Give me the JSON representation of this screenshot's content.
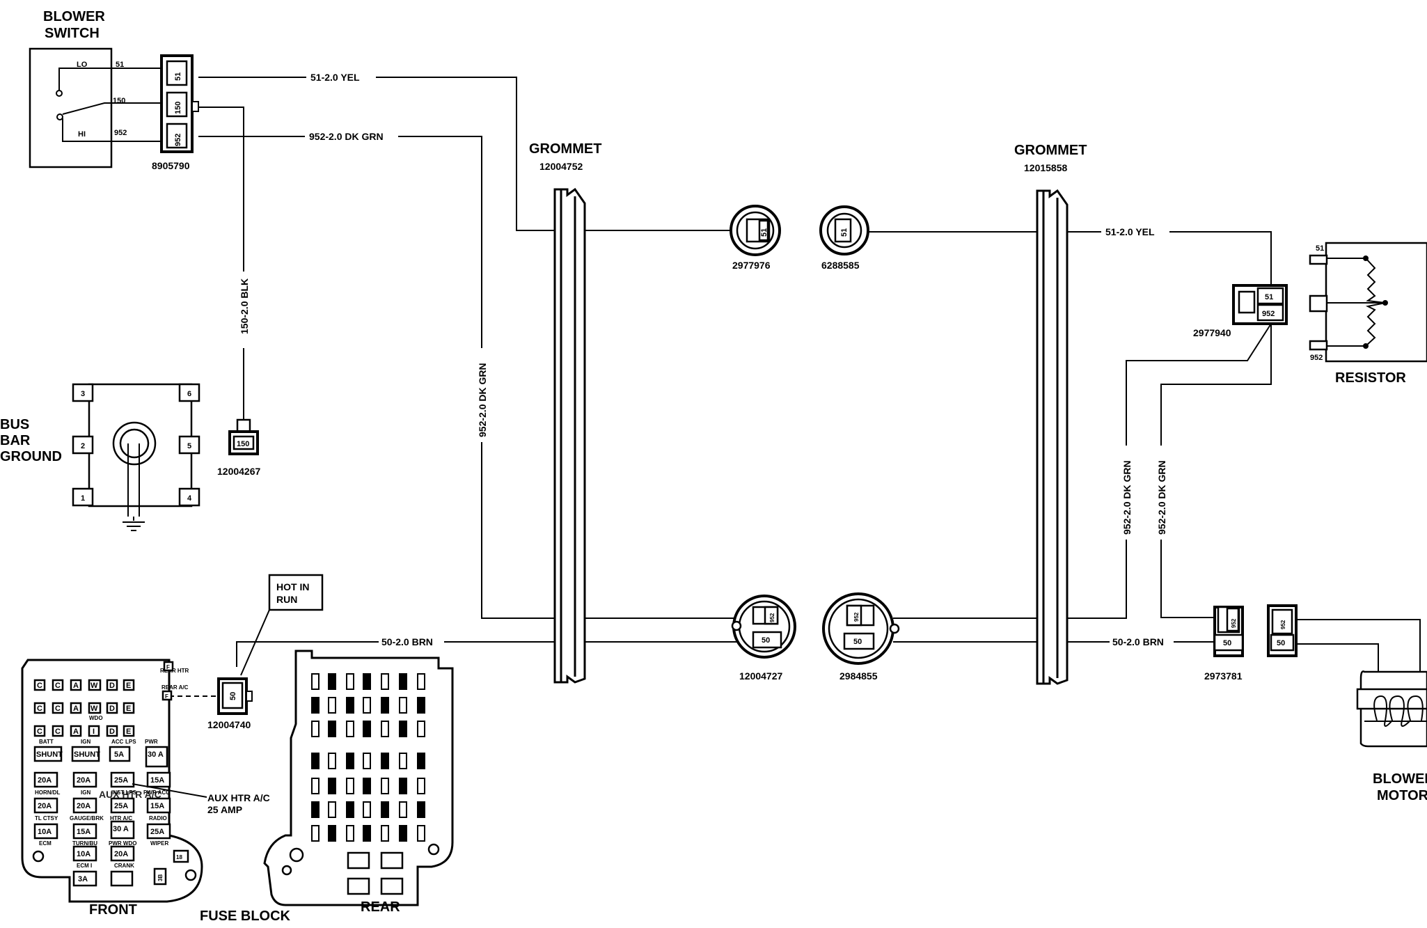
{
  "components": {
    "blower_switch": {
      "title_line1": "BLOWER",
      "title_line2": "SWITCH",
      "pos_lo": "LO",
      "pos_hi": "HI",
      "term_51": "51",
      "term_150": "150",
      "term_952": "952",
      "connector_part": "8905790",
      "cavity_51": "51",
      "cavity_150": "150",
      "cavity_952": "952"
    },
    "bus_bar_ground": {
      "line1": "BUS",
      "line2": "BAR",
      "line3": "GROUND",
      "terminals": [
        "3",
        "2",
        "1",
        "6",
        "5",
        "4"
      ]
    },
    "ground_connector": {
      "cavity": "150",
      "part": "12004267"
    },
    "grommet_left": {
      "title": "GROMMET",
      "part": "12004752"
    },
    "grommet_right": {
      "title": "GROMMET",
      "part": "12015858"
    },
    "conn_2977976": {
      "cavity": "51",
      "part": "2977976"
    },
    "conn_6288585": {
      "cavity": "51",
      "part": "6288585"
    },
    "conn_12004727": {
      "cavity_952": "952",
      "cavity_50": "50",
      "part": "12004727"
    },
    "conn_2984855": {
      "cavity_952": "952",
      "cavity_50": "50",
      "part": "2984855"
    },
    "conn_2977940": {
      "cavity_51": "51",
      "cavity_952": "952",
      "part": "2977940"
    },
    "conn_2973781": {
      "cavity_952": "952",
      "cavity_50": "50",
      "part": "2973781"
    },
    "conn_motor": {
      "cavity_952": "952",
      "cavity_50": "50"
    },
    "conn_12004740": {
      "cavity": "50",
      "part": "12004740"
    },
    "resistor": {
      "title": "RESISTOR",
      "term_51": "51",
      "term_952": "952"
    },
    "blower_motor": {
      "line1": "BLOWER",
      "line2": "MOTOR"
    },
    "hot_in_run": {
      "line1": "HOT IN",
      "line2": "RUN"
    },
    "fuse_block": {
      "title": "FUSE BLOCK",
      "front_label": "FRONT",
      "rear_label": "REAR",
      "aux_callout_line1": "AUX HTR A/C",
      "aux_callout_line2": "25 AMP",
      "overlay_label": "AUX HTR A/C",
      "rear_htr": "REAR HTR",
      "rear_ac": "REAR A/C",
      "f_left": "F",
      "f_right": "F",
      "row1_cells": [
        "C",
        "C",
        "A",
        "W",
        "D",
        "E"
      ],
      "row2_cells": [
        "C",
        "C",
        "A",
        "W",
        "D",
        "E"
      ],
      "row3_cells": [
        "C",
        "C",
        "A",
        "I",
        "D",
        "E"
      ],
      "wdo_tag": "WDO",
      "row4_tags": [
        "BATT",
        "IGN",
        "ACC",
        "LPS",
        "PWR"
      ],
      "row4_fuses": [
        "SHUNT",
        "SHUNT",
        "5A",
        "30 A"
      ],
      "row5_fuses": [
        "20A",
        "20A",
        "25A",
        "15A"
      ],
      "row5_tags": [
        "HORN/DL",
        "IGN",
        "INST LPS",
        "PWR ACC"
      ],
      "row6_fuses": [
        "20A",
        "20A",
        "25A",
        "15A"
      ],
      "row6_tags": [
        "TL CTSY",
        "GAUGE/BRK",
        "HTR A/C",
        "RADIO"
      ],
      "row7_fuses": [
        "10A",
        "15A",
        "30 A",
        "25A"
      ],
      "row7_tags": [
        "ECM",
        "TURN/BU",
        "PWR WDO",
        "WIPER"
      ],
      "row8_fuses": [
        "10A",
        "20A"
      ],
      "row8_tags": [
        "ECM I",
        "CRANK"
      ],
      "row9_fuses": [
        "3A"
      ],
      "rear_cells": [
        "18",
        "3B"
      ]
    }
  },
  "wires": {
    "w51_left": "51-2.0 YEL",
    "w952_top": "952-2.0 DK GRN",
    "w150": "150-2.0 BLK",
    "w952_vert": "952-2.0 DK GRN",
    "w50_left": "50-2.0 BRN",
    "w51_right": "51-2.0 YEL",
    "w952_right1": "952-2.0 DK GRN",
    "w952_right2": "952-2.0 DK GRN",
    "w50_right": "50-2.0 BRN"
  }
}
